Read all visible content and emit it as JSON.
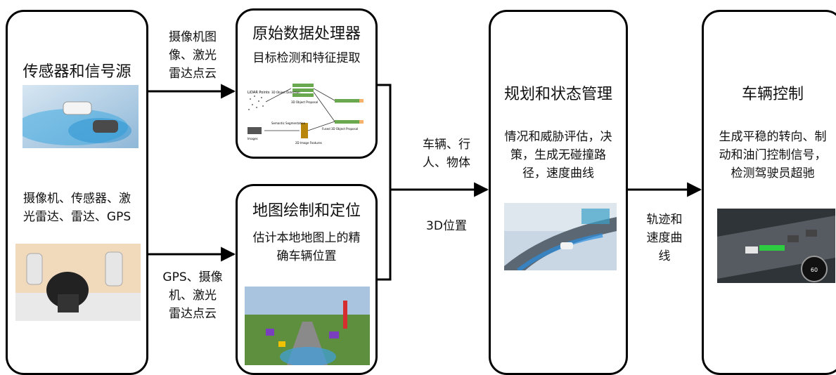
{
  "sensors": {
    "title": "传感器和信号源",
    "desc_line1": "摄像机、传感器、激",
    "desc_line2": "光雷达、雷达、GPS"
  },
  "raw_processor": {
    "title": "原始数据处理器",
    "subtitle": "目标检测和特征提取",
    "figure": {
      "lidar_points": "LiDAR Points",
      "detection_3d": "3D Object\nDetection",
      "proposal_3d": "3D Object Proposal",
      "images": "Images",
      "semantic_seg": "Semantic\nSegmentation",
      "features_2d": "2D Image Features",
      "fused_proposal": "Fused 3D Object Proposal"
    }
  },
  "mapping": {
    "title": "地图绘制和定位",
    "desc_line1": "估计本地地图上的精",
    "desc_line2": "确车辆位置"
  },
  "planning": {
    "title": "规划和状态管理",
    "desc_line1": "情况和威胁评估，决",
    "desc_line2": "策，生成无碰撞路",
    "desc_line3": "径，速度曲线"
  },
  "control": {
    "title": "车辆控制",
    "desc_line1": "生成平稳的转向、制",
    "desc_line2": "动和油门控制信号，",
    "desc_line3": "检测驾驶员超驰",
    "gauge_value": "60"
  },
  "edges": {
    "sensor_to_raw_line1": "摄像机图",
    "sensor_to_raw_line2": "像、激光",
    "sensor_to_raw_line3": "雷达点云",
    "sensor_to_map_line1": "GPS、摄像",
    "sensor_to_map_line2": "机、激光",
    "sensor_to_map_line3": "雷达点云",
    "to_planning_line1": "车辆、行",
    "to_planning_line2": "人、物体",
    "to_planning_line3": "3D位置",
    "to_control_line1": "轨迹和",
    "to_control_line2": "速度曲",
    "to_control_line3": "线"
  }
}
